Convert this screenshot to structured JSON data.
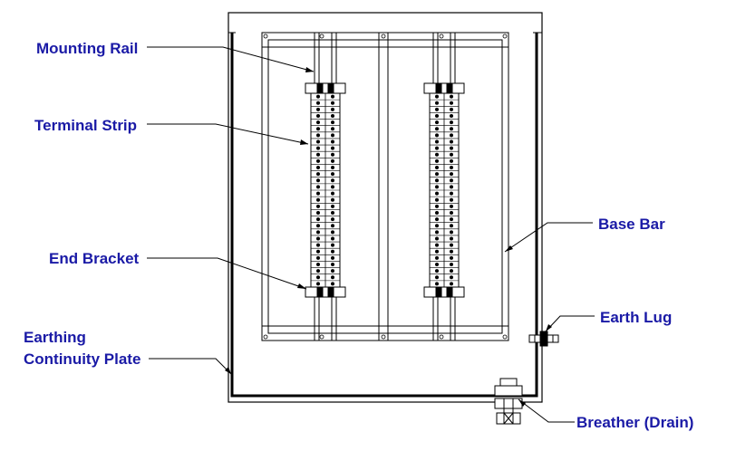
{
  "labels": {
    "mounting_rail": "Mounting Rail",
    "terminal_strip": "Terminal Strip",
    "end_bracket": "End Bracket",
    "earthing_line1": "Earthing",
    "earthing_line2": "Continuity Plate",
    "base_bar": "Base Bar",
    "earth_lug": "Earth Lug",
    "breather": "Breather (Drain)"
  },
  "colors": {
    "label_text": "#1a1aa6",
    "line": "#000000",
    "background": "#ffffff"
  }
}
